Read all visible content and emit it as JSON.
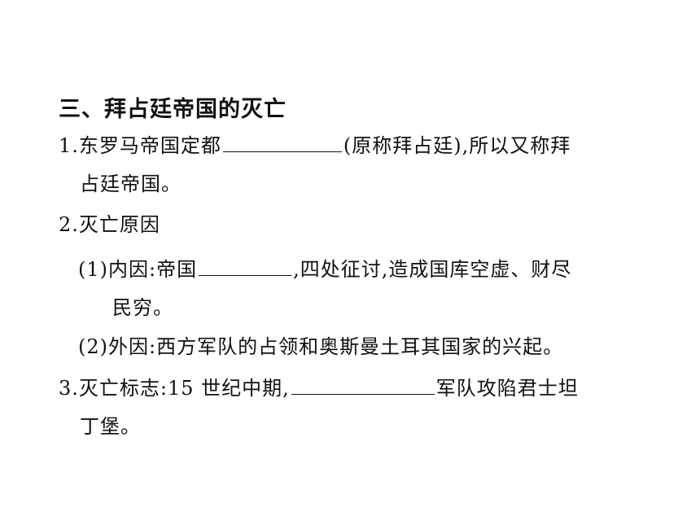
{
  "section": {
    "title": "三、拜占廷帝国的灭亡"
  },
  "items": {
    "item1": {
      "number": "1.",
      "text_before": "东罗马帝国定都",
      "text_after": "(原称拜占廷),所以又称拜",
      "continuation": "占廷帝国。"
    },
    "item2": {
      "number": "2.",
      "text": "灭亡原因"
    },
    "sub1": {
      "label": "(1)",
      "text_before": "内因:帝国",
      "text_after": ",四处征讨,造成国库空虚、财尽",
      "continuation": "民穷。"
    },
    "sub2": {
      "label": "(2)",
      "text": "外因:西方军队的占领和奥斯曼土耳其国家的兴起。"
    },
    "item3": {
      "number": "3.",
      "text_before": "灭亡标志:15 世纪中期,",
      "text_after": "军队攻陷君士坦",
      "continuation": "丁堡。"
    }
  }
}
